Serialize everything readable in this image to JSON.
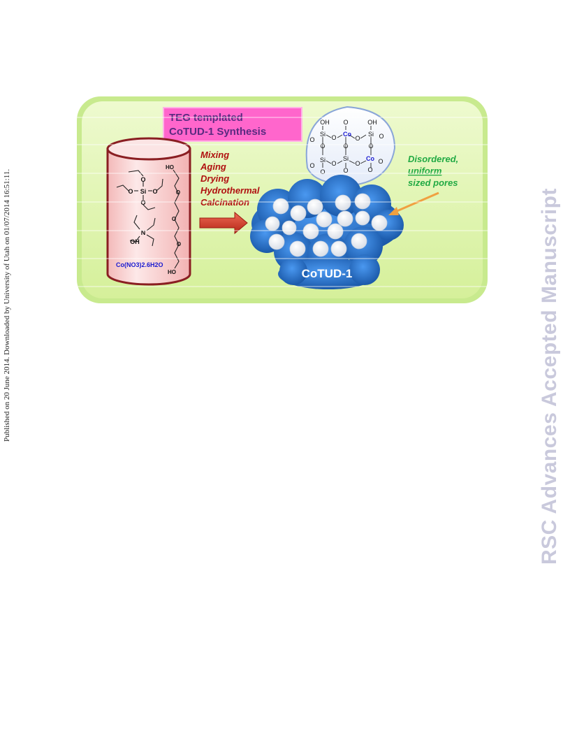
{
  "side_note": "Published on 20 June 2014. Downloaded by University of Utah on 01/07/2014 16:51:11.",
  "watermark": "RSC Advances Accepted Manuscript",
  "title": {
    "line1": "TEG templated",
    "line2": "CoTUD-1 Synthesis"
  },
  "steps": [
    "Mixing",
    "Aging",
    "Drying",
    "Hydrothermal",
    "Calcination"
  ],
  "product_label": "CoTUD-1",
  "pores_note": {
    "line1": "Disordered,",
    "line2": "uniform",
    "line3": "sized pores"
  },
  "reagent": {
    "cobalt_salt": "Co(NO3)2.6H2O",
    "teg_end_top": "HO",
    "teg_end_bottom": "HO",
    "teos_center": "Si",
    "ammonium_n": "N",
    "hydroxide": "OH"
  },
  "framework": {
    "oh_left": "OH",
    "oh_right": "OH",
    "si": "Si",
    "co": "Co",
    "o": "O"
  },
  "colors": {
    "panel_green": "#d9f5a6",
    "title_box": "#ff66cc",
    "steps_red": "#b01010",
    "pores_green": "#22aa44",
    "cluster_blue": "#1e6fc9",
    "cobalt_blue": "#1a1ad0",
    "arrow_red": "#d23a2a",
    "pointer_orange": "#f0a040"
  },
  "icons": [
    "reaction-arrow-icon",
    "pointer-arrow-icon",
    "pore-icon"
  ]
}
